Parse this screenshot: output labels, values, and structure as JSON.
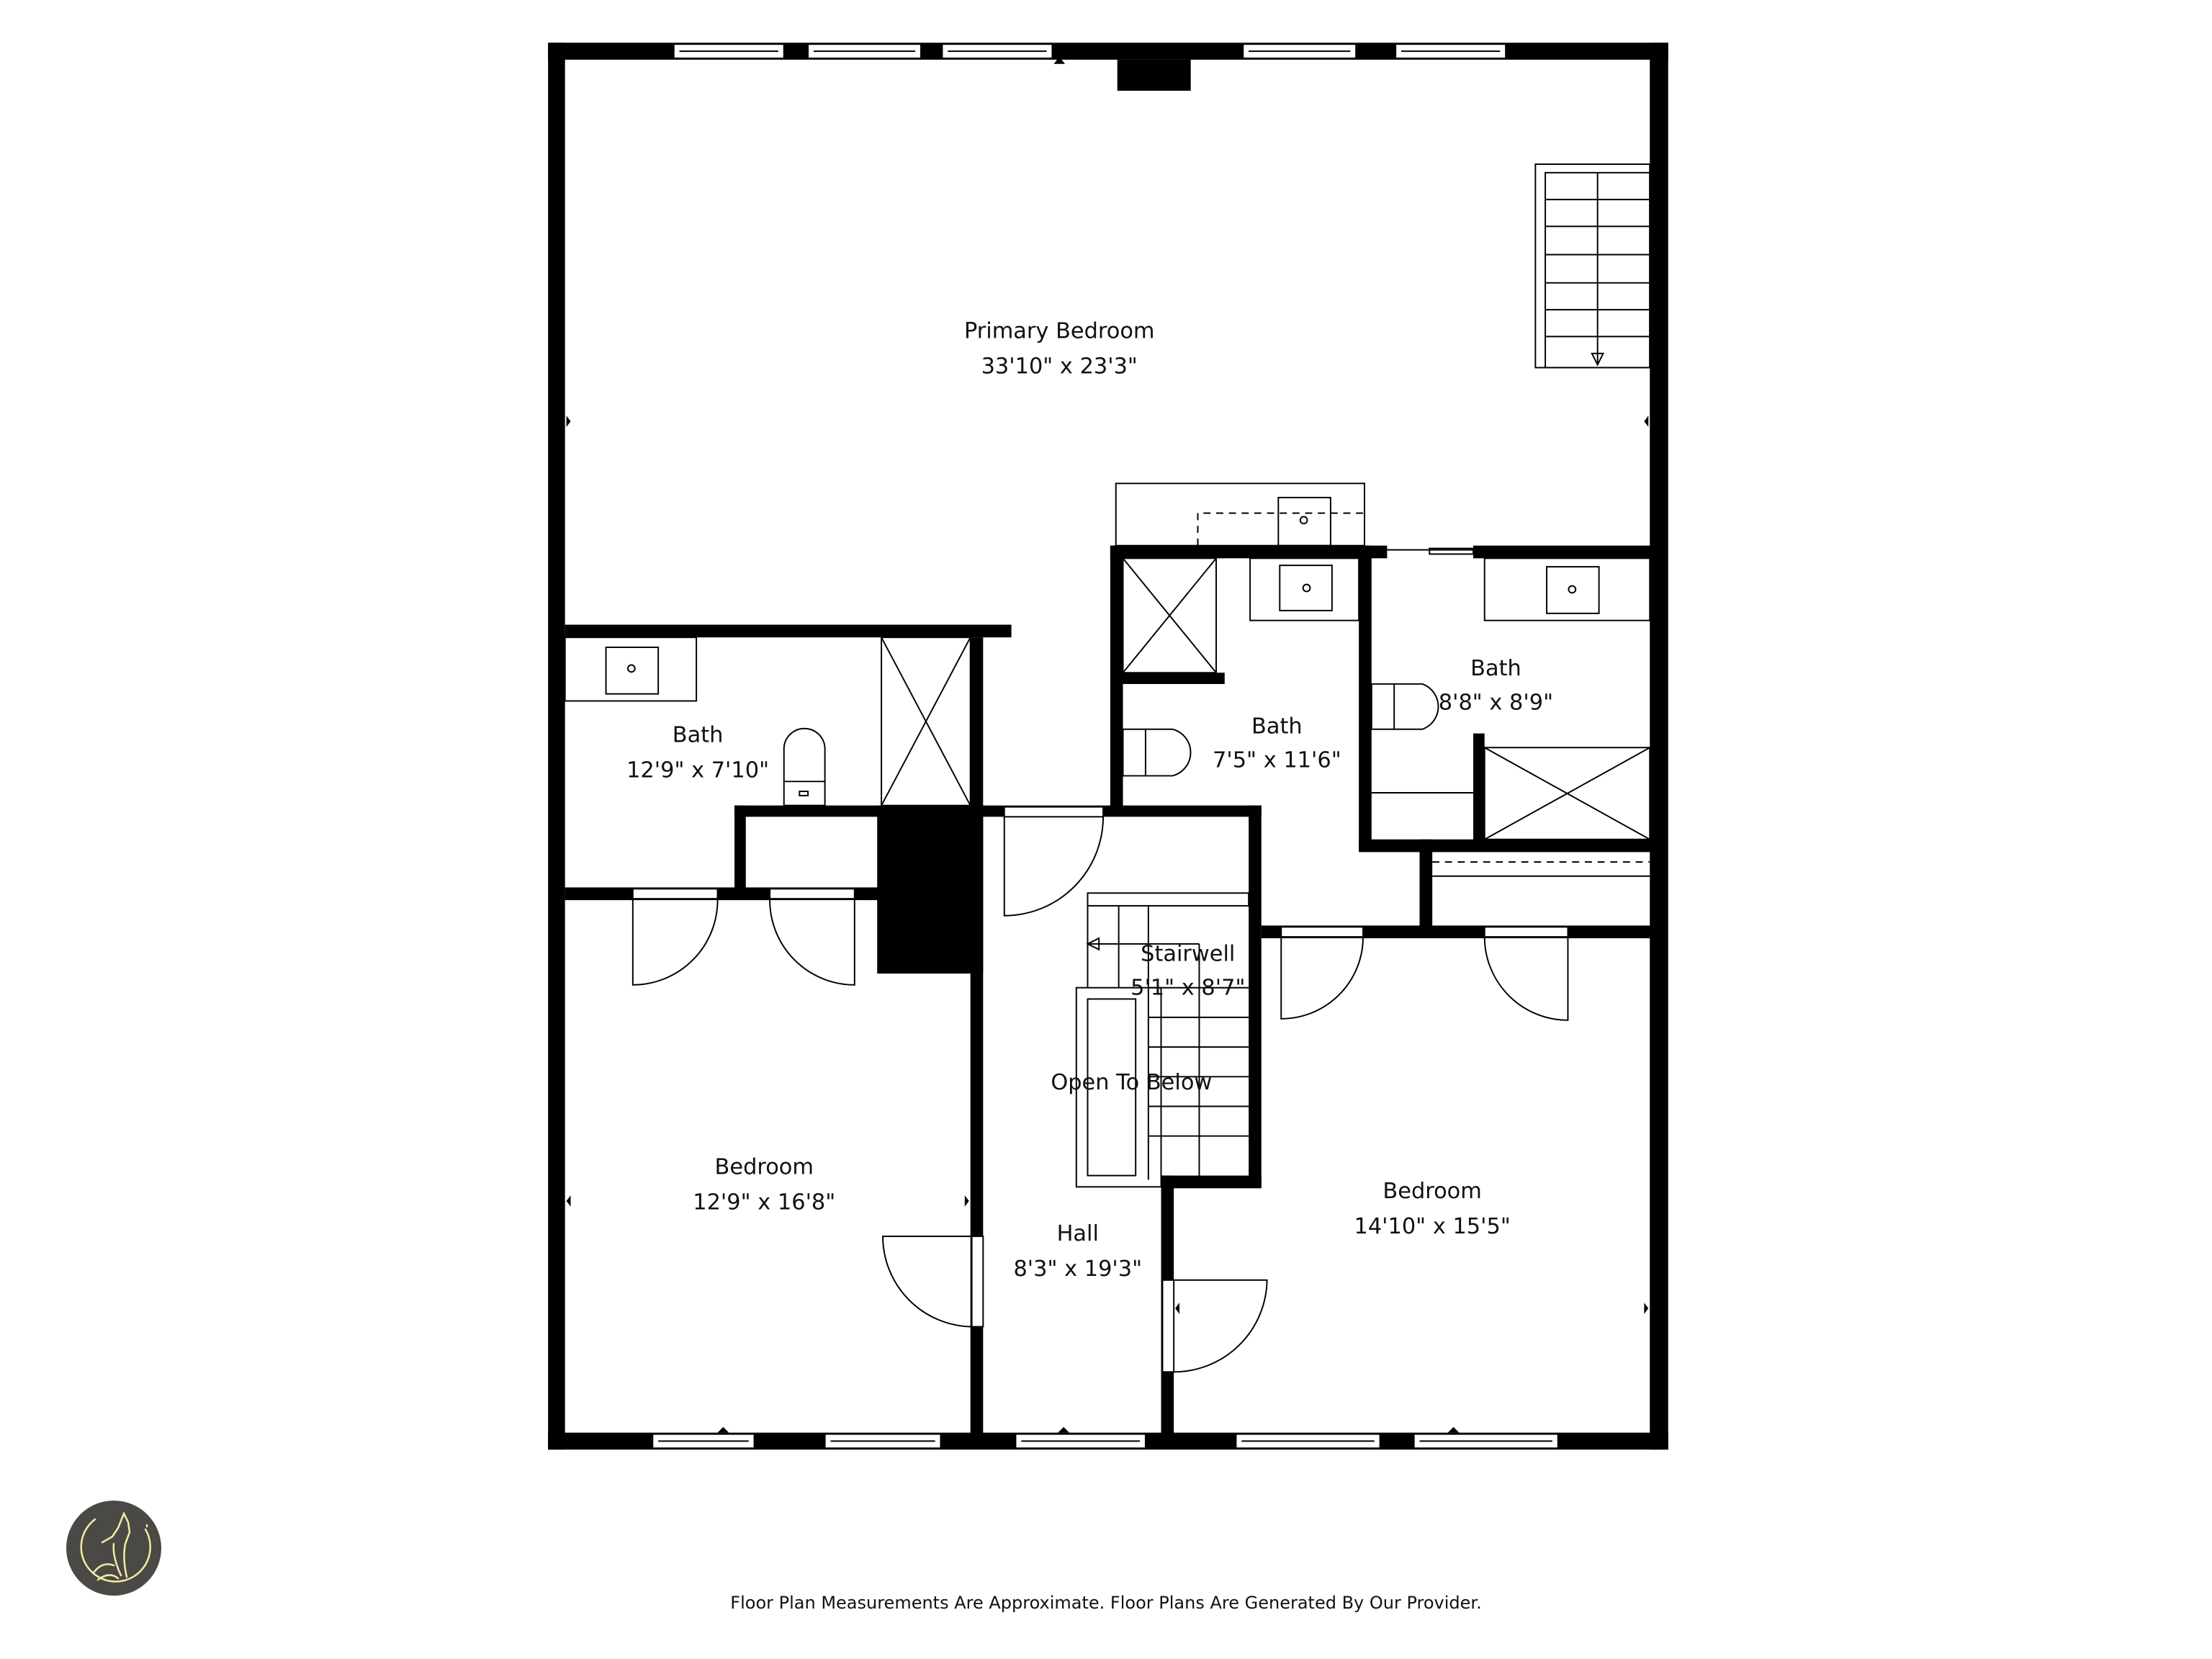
{
  "floor_plan": {
    "rooms": [
      {
        "id": "primary-bedroom",
        "name": "Primary Bedroom",
        "dims": "33'10\" x 23'3\""
      },
      {
        "id": "bath-left",
        "name": "Bath",
        "dims": "12'9\" x 7'10\""
      },
      {
        "id": "bath-center",
        "name": "Bath",
        "dims": "7'5\" x 11'6\""
      },
      {
        "id": "bath-right",
        "name": "Bath",
        "dims": "8'8\" x 8'9\""
      },
      {
        "id": "stairwell",
        "name": "Stairwell",
        "dims": "5'1\" x 8'7\""
      },
      {
        "id": "open-to-below",
        "name": "Open To Below",
        "dims": ""
      },
      {
        "id": "bedroom-left",
        "name": "Bedroom",
        "dims": "12'9\" x 16'8\""
      },
      {
        "id": "hall",
        "name": "Hall",
        "dims": "8'3\" x 19'3\""
      },
      {
        "id": "bedroom-right",
        "name": "Bedroom",
        "dims": "14'10\" x 15'5\""
      }
    ]
  },
  "footer": {
    "disclaimer": "Floor Plan Measurements Are Approximate. Floor Plans Are Generated By Our Provider."
  },
  "logo": {
    "icon": "howling-wolf-icon",
    "bg_color": "#4a4946",
    "line_color": "#f3eba0"
  }
}
